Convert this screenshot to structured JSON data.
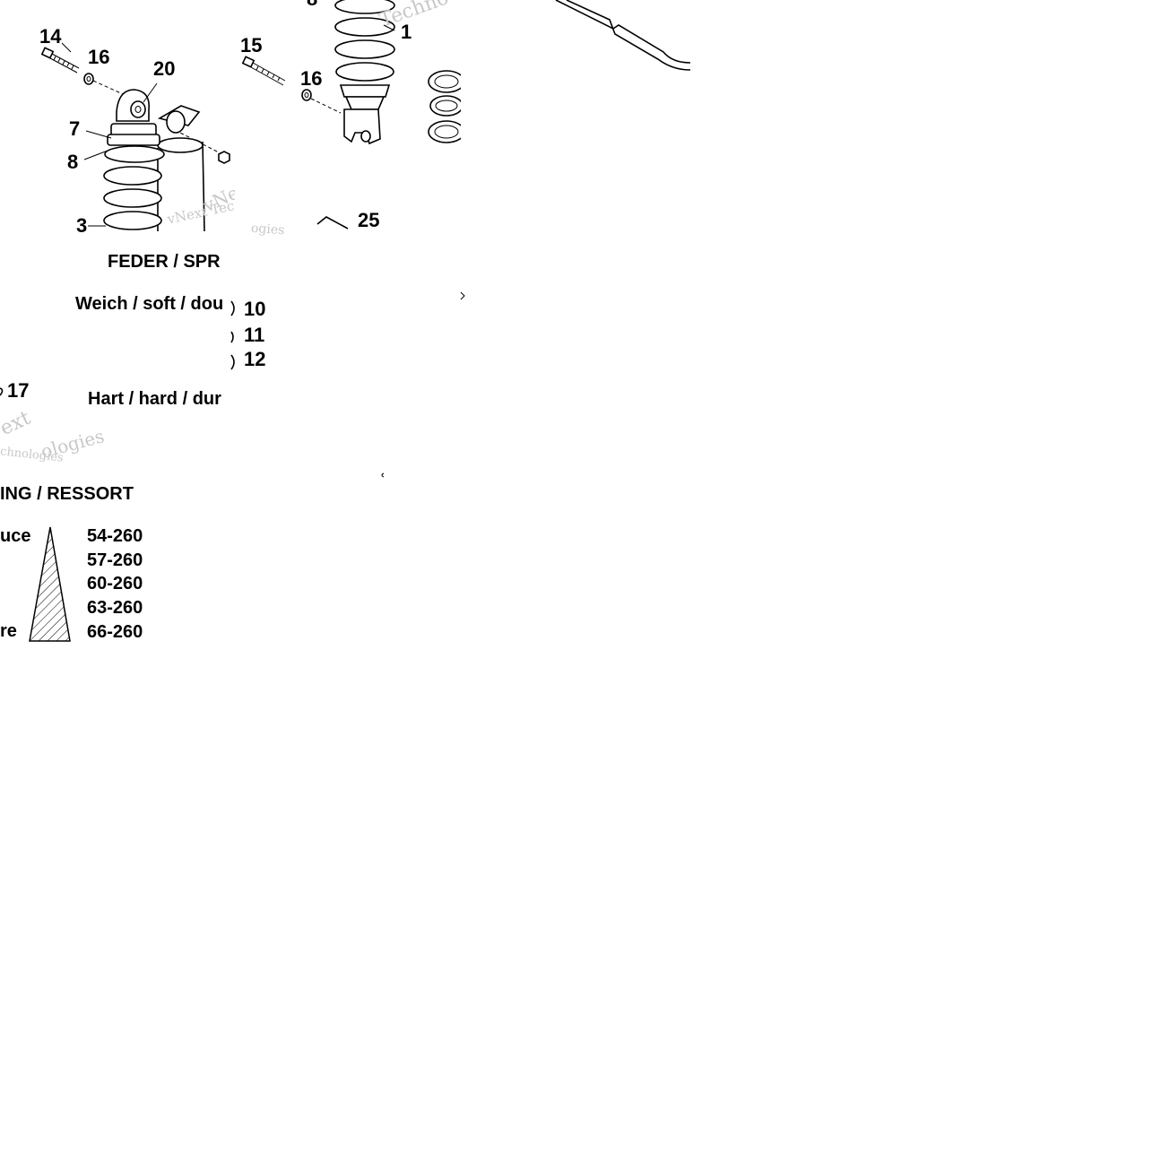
{
  "callouts": {
    "n14": "14",
    "n16a": "16",
    "n20": "20",
    "n7": "7",
    "n8a": "8",
    "n3": "3",
    "n15": "15",
    "n16b": "16",
    "n8b": "8",
    "n1": "1",
    "n25": "25",
    "n10": "10",
    "n11": "11",
    "n12": "12",
    "n17": "17"
  },
  "spring_table_de": {
    "header": "FEDER / SPR",
    "soft_label": "Weich / soft / dou",
    "hard_label": "Hart / hard / dur"
  },
  "spring_table_fr": {
    "header": "ING / RESSORT",
    "soft_suffix": "uce",
    "hard_suffix": "re",
    "rates": [
      "54-260",
      "57-260",
      "60-260",
      "63-260",
      "66-260"
    ]
  },
  "watermarks": {
    "w1": "Techno",
    "w2": "vNext Tec",
    "w3": "vNe",
    "w4": "ogies",
    "w5": "ext",
    "w6": "ologies",
    "w7": "chnologies"
  },
  "colors": {
    "ink": "#000000",
    "watermark": "#c8c8c8",
    "background": "#ffffff"
  }
}
